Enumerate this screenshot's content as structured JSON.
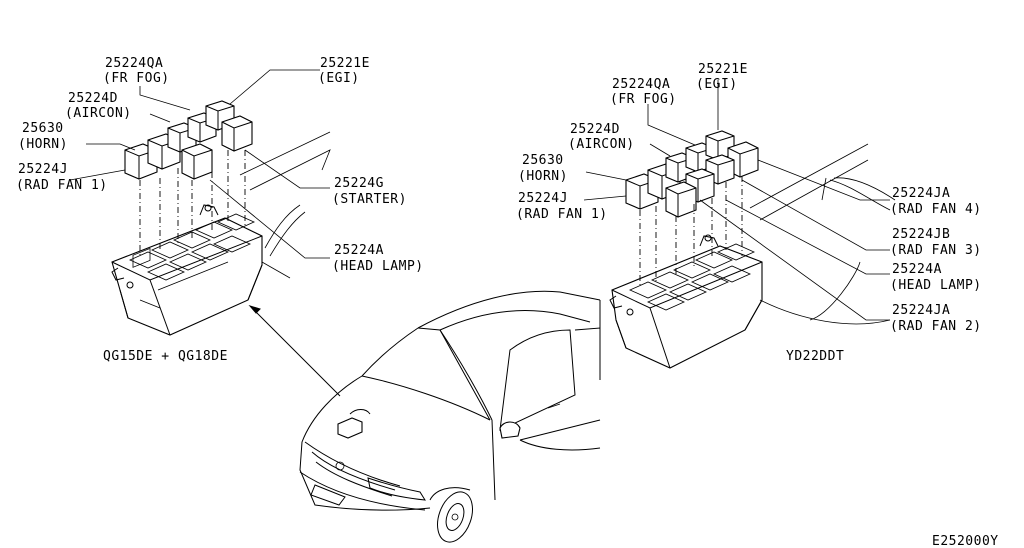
{
  "diagram": {
    "left_group": {
      "caption": "QG15DE + QG18DE",
      "labels": [
        {
          "id": "l-fr-fog",
          "part": "25224QA",
          "desc": "(FR FOG)"
        },
        {
          "id": "l-aircon",
          "part": "25224D",
          "desc": "(AIRCON)"
        },
        {
          "id": "l-horn",
          "part": "25630",
          "desc": "(HORN)"
        },
        {
          "id": "l-radfan1",
          "part": "25224J",
          "desc": "(RAD FAN 1)"
        },
        {
          "id": "l-egi",
          "part": "25221E",
          "desc": "(EGI)"
        },
        {
          "id": "l-starter",
          "part": "25224G",
          "desc": "(STARTER)"
        },
        {
          "id": "l-headlamp",
          "part": "25224A",
          "desc": "(HEAD LAMP)"
        }
      ]
    },
    "right_group": {
      "caption": "YD22DDT",
      "labels": [
        {
          "id": "r-fr-fog",
          "part": "25224QA",
          "desc": "(FR FOG)"
        },
        {
          "id": "r-egi",
          "part": "25221E",
          "desc": "(EGI)"
        },
        {
          "id": "r-aircon",
          "part": "25224D",
          "desc": "(AIRCON)"
        },
        {
          "id": "r-horn",
          "part": "25630",
          "desc": "(HORN)"
        },
        {
          "id": "r-radfan1",
          "part": "25224J",
          "desc": "(RAD FAN 1)"
        },
        {
          "id": "r-radfan4",
          "part": "25224JA",
          "desc": "(RAD FAN 4)"
        },
        {
          "id": "r-radfan3",
          "part": "25224JB",
          "desc": "(RAD FAN 3)"
        },
        {
          "id": "r-headlamp",
          "part": "25224A",
          "desc": "(HEAD LAMP)"
        },
        {
          "id": "r-radfan2",
          "part": "25224JA",
          "desc": "(RAD FAN 2)"
        }
      ]
    },
    "figure_code": "E252000Y"
  }
}
